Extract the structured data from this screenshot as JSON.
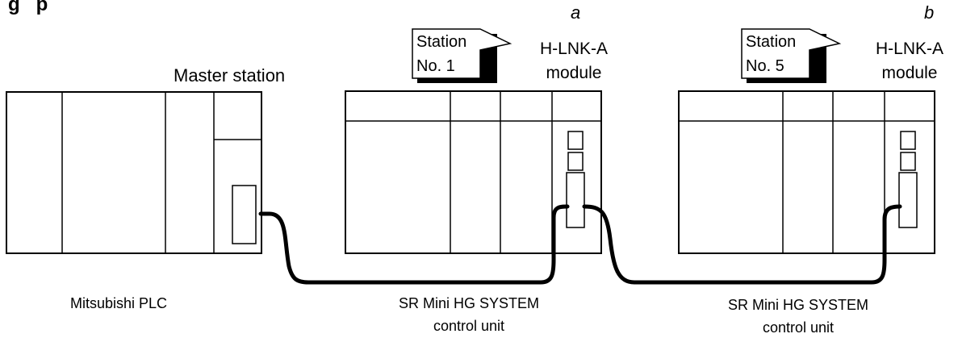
{
  "header": {
    "heading_fragment": "g   p"
  },
  "master": {
    "label": "Master station",
    "caption": "Mitsubishi PLC"
  },
  "unit_a": {
    "letter": "a",
    "callout_line1": "Station",
    "callout_line2": "No. 1",
    "module_line1": "H-LNK-A",
    "module_line2": "module",
    "caption_line1": "SR Mini HG SYSTEM",
    "caption_line2": "control unit"
  },
  "unit_b": {
    "letter": "b",
    "callout_line1": "Station",
    "callout_line2": "No. 5",
    "module_line1": "H-LNK-A",
    "module_line2": "module",
    "caption_line1": "SR Mini HG SYSTEM",
    "caption_line2": "control unit"
  }
}
